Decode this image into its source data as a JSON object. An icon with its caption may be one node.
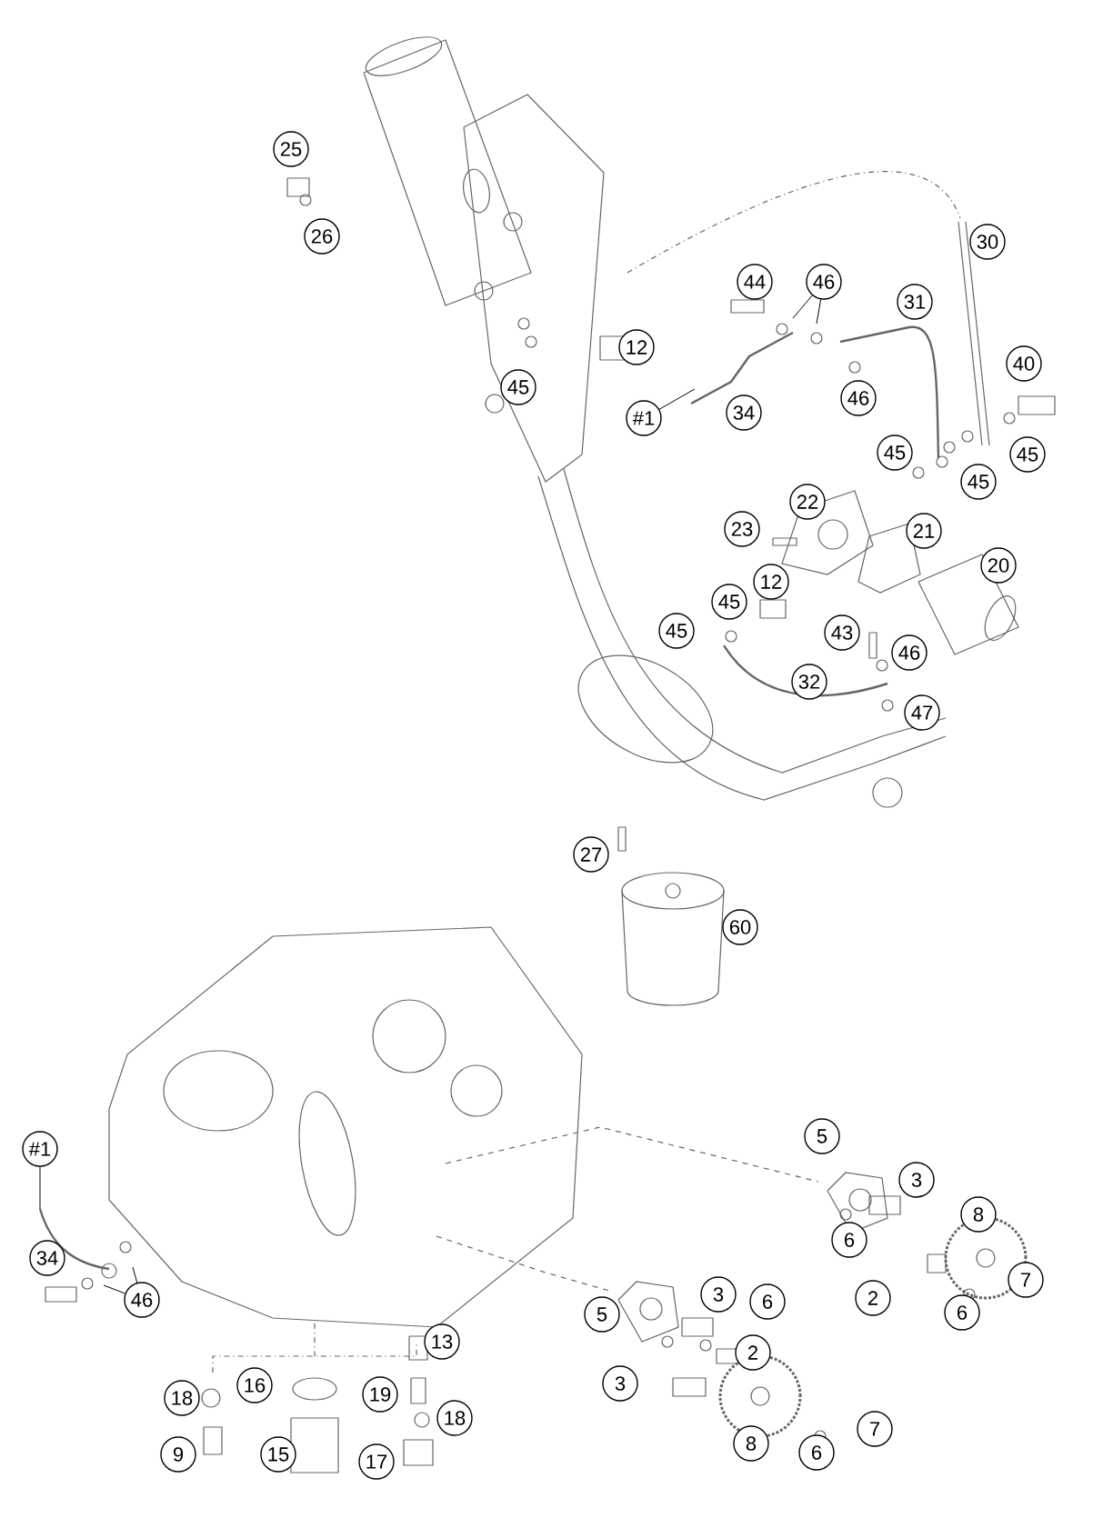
{
  "diagram": {
    "nodes": [
      {
        "text": [
          "25"
        ]
      },
      {
        "text": [
          "44"
        ]
      },
      {
        "text": [
          "46"
        ]
      },
      {
        "text": [
          "30"
        ]
      },
      {
        "text": [
          "26"
        ]
      },
      {
        "text": [
          "31"
        ]
      },
      {
        "text": [
          "12"
        ]
      },
      {
        "text": [
          "40"
        ]
      },
      {
        "text": [
          "45"
        ]
      },
      {
        "text": [
          "#1"
        ]
      },
      {
        "text": [
          "34"
        ]
      },
      {
        "text": [
          "46"
        ]
      },
      {
        "text": [
          "45"
        ]
      },
      {
        "text": [
          "45"
        ]
      },
      {
        "text": [
          "45"
        ]
      },
      {
        "text": [
          "22"
        ]
      },
      {
        "text": [
          "23"
        ]
      },
      {
        "text": [
          "21"
        ]
      },
      {
        "text": [
          "20"
        ]
      },
      {
        "text": [
          "12"
        ]
      },
      {
        "text": [
          "45"
        ]
      },
      {
        "text": [
          "45"
        ]
      },
      {
        "text": [
          "43"
        ]
      },
      {
        "text": [
          "46"
        ]
      },
      {
        "text": [
          "32"
        ]
      },
      {
        "text": [
          "47"
        ]
      },
      {
        "text": [
          "27"
        ]
      },
      {
        "text": [
          "60"
        ]
      },
      {
        "text": [
          "5"
        ]
      },
      {
        "text": [
          "#1"
        ]
      },
      {
        "text": [
          "3"
        ]
      },
      {
        "text": [
          "34"
        ]
      },
      {
        "text": [
          "8"
        ]
      },
      {
        "text": [
          "6"
        ]
      },
      {
        "text": [
          "46"
        ]
      },
      {
        "text": [
          "2"
        ]
      },
      {
        "text": [
          "7"
        ]
      },
      {
        "text": [
          "5"
        ]
      },
      {
        "text": [
          "3"
        ]
      },
      {
        "text": [
          "6"
        ]
      },
      {
        "text": [
          "6"
        ]
      },
      {
        "text": [
          "13"
        ]
      },
      {
        "text": [
          "2"
        ]
      },
      {
        "text": [
          "3"
        ]
      },
      {
        "text": [
          "16"
        ]
      },
      {
        "text": [
          "19"
        ]
      },
      {
        "text": [
          "18"
        ]
      },
      {
        "text": [
          "18"
        ]
      },
      {
        "text": [
          "8"
        ]
      },
      {
        "text": [
          "7"
        ]
      },
      {
        "text": [
          "9"
        ]
      },
      {
        "text": [
          "15"
        ]
      },
      {
        "text": [
          "17"
        ]
      },
      {
        "text": [
          "6"
        ]
      }
    ],
    "edges": [
      {
        "from": 2,
        "to": null,
        "arrow": "none"
      },
      {
        "from": 2,
        "to": null,
        "arrow": "none"
      },
      {
        "from": 9,
        "to": null,
        "arrow": "none"
      },
      {
        "from": 29,
        "to": null,
        "arrow": "none"
      },
      {
        "from": 34,
        "to": null,
        "arrow": "none"
      },
      {
        "from": 34,
        "to": null,
        "arrow": "none"
      }
    ]
  }
}
